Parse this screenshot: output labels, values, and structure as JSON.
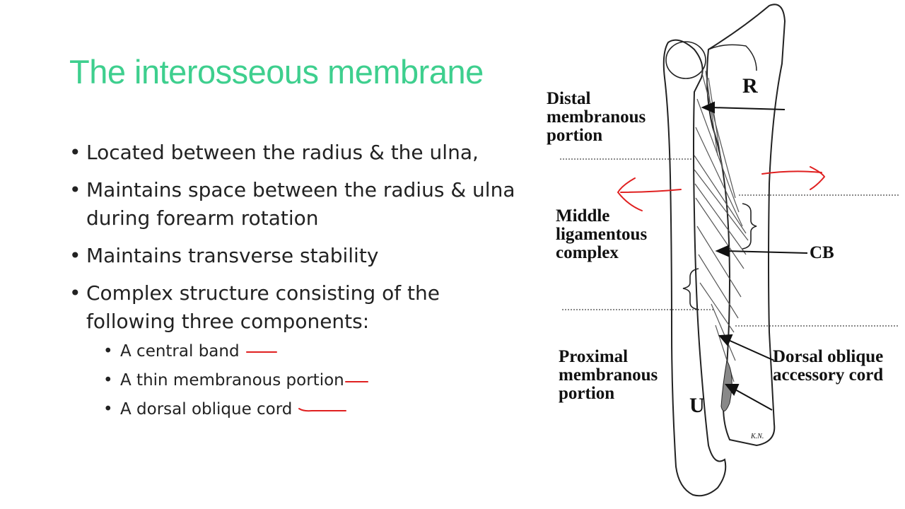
{
  "slide": {
    "title": "The interosseous membrane",
    "bullets": [
      {
        "text": "Located between the radius & the ulna,"
      },
      {
        "text": "Maintains space between the radius & ulna during forearm rotation"
      },
      {
        "text": "Maintains transverse stability"
      },
      {
        "text": "Complex structure consisting of the following three components:"
      }
    ],
    "sub_bullets": [
      {
        "text": "A central band"
      },
      {
        "text": "A thin membranous portion"
      },
      {
        "text": "A dorsal oblique cord"
      }
    ]
  },
  "figure": {
    "labels": {
      "distal_1": "Distal",
      "distal_2": "membranous",
      "distal_3": "portion",
      "middle_1": "Middle",
      "middle_2": "ligamentous",
      "middle_3": "complex",
      "proximal_1": "Proximal",
      "proximal_2": "membranous",
      "proximal_3": "portion",
      "dorsal_1": "Dorsal oblique",
      "dorsal_2": "accessory cord",
      "r": "R",
      "u": "U",
      "cb": "CB",
      "signature": "K.N."
    }
  },
  "colors": {
    "title": "#3ecf8e",
    "annotation": "#e02020",
    "text": "#222222"
  }
}
